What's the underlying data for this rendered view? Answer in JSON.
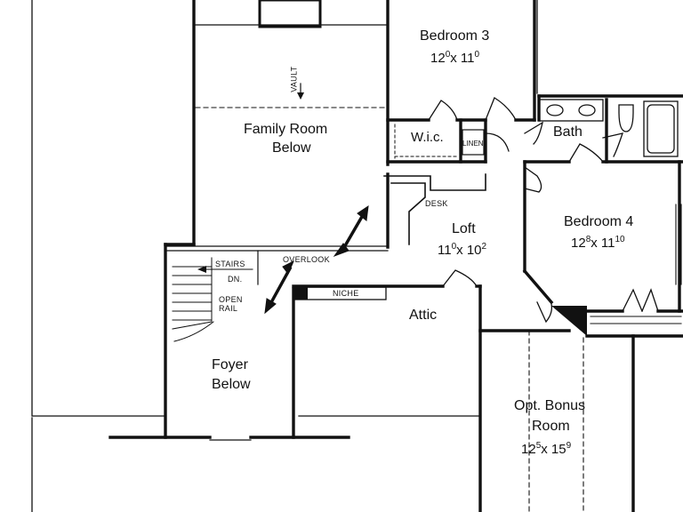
{
  "rooms": {
    "bedroom3": {
      "name": "Bedroom 3",
      "w_ft": "12",
      "w_in": "0",
      "d_ft": "11",
      "d_in": "0"
    },
    "bedroom4": {
      "name": "Bedroom 4",
      "w_ft": "12",
      "w_in": "8",
      "d_ft": "11",
      "d_in": "10"
    },
    "loft": {
      "name": "Loft",
      "w_ft": "11",
      "w_in": "0",
      "d_ft": "10",
      "d_in": "2"
    },
    "bonus": {
      "name_line1": "Opt. Bonus",
      "name_line2": "Room",
      "w_ft": "12",
      "w_in": "5",
      "d_ft": "15",
      "d_in": "9"
    },
    "family": {
      "line1": "Family Room",
      "line2": "Below"
    },
    "foyer": {
      "line1": "Foyer",
      "line2": "Below"
    },
    "bath": "Bath",
    "wic": "W.i.c.",
    "linen": "LINEN",
    "attic": "Attic"
  },
  "notes": {
    "vault": "VAULT",
    "desk": "DESK",
    "overlook": "OVERLOOK",
    "stairs": "STAIRS",
    "dn": "DN.",
    "open": "OPEN",
    "rail": "RAIL",
    "niche": "NICHE"
  },
  "dim_sep": "x"
}
